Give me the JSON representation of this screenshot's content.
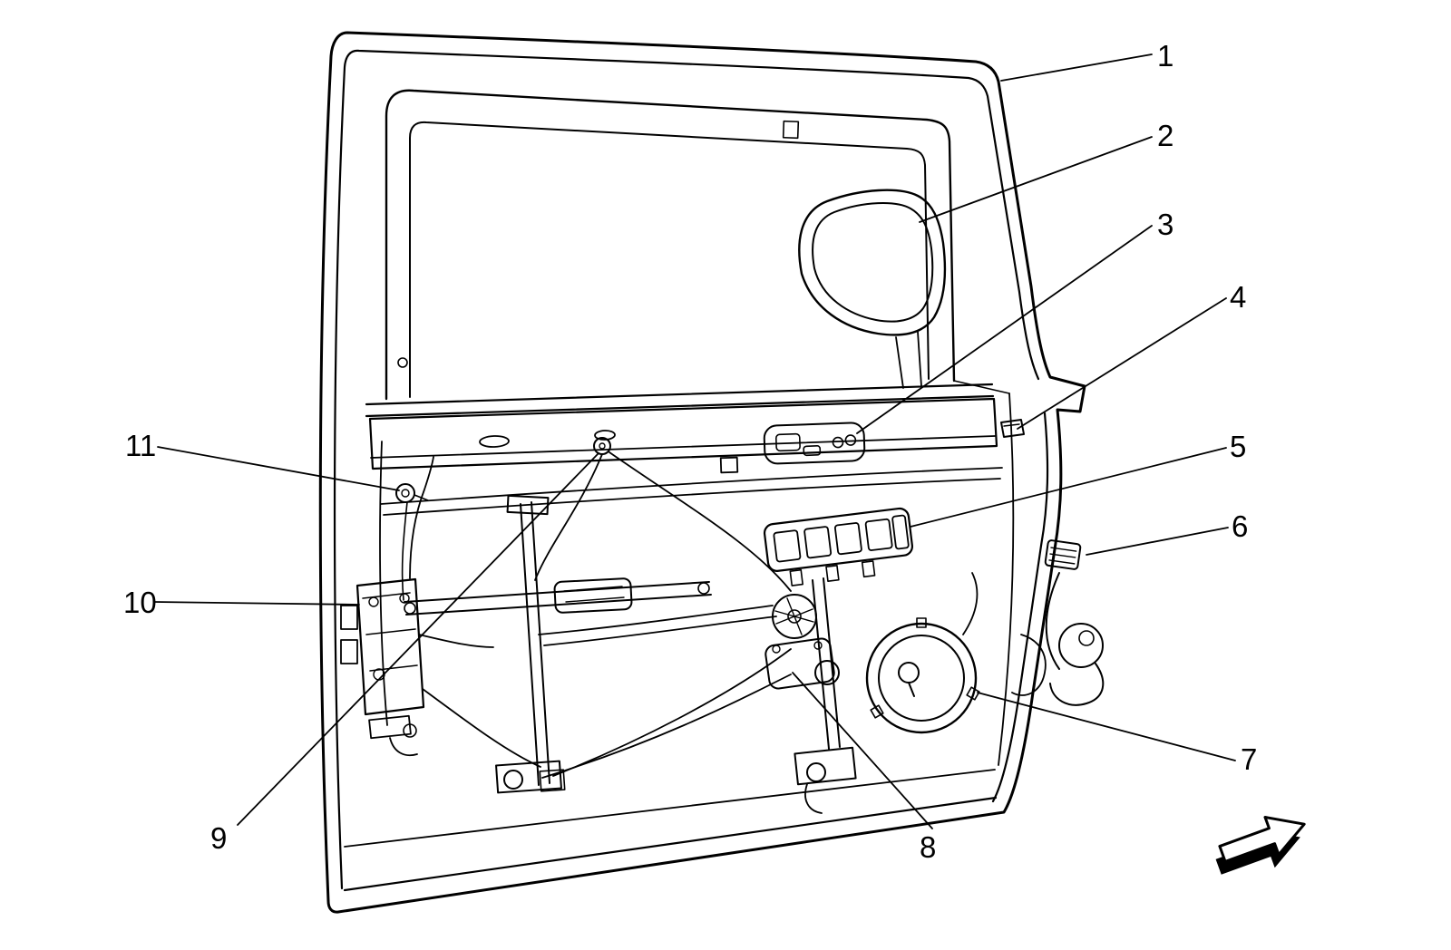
{
  "figure": {
    "background_color": "#ffffff",
    "line_color": "#000000",
    "callouts": [
      "1",
      "2",
      "3",
      "4",
      "5",
      "6",
      "7",
      "8",
      "9",
      "10",
      "11"
    ],
    "direction_arrow_icon": "➔"
  }
}
